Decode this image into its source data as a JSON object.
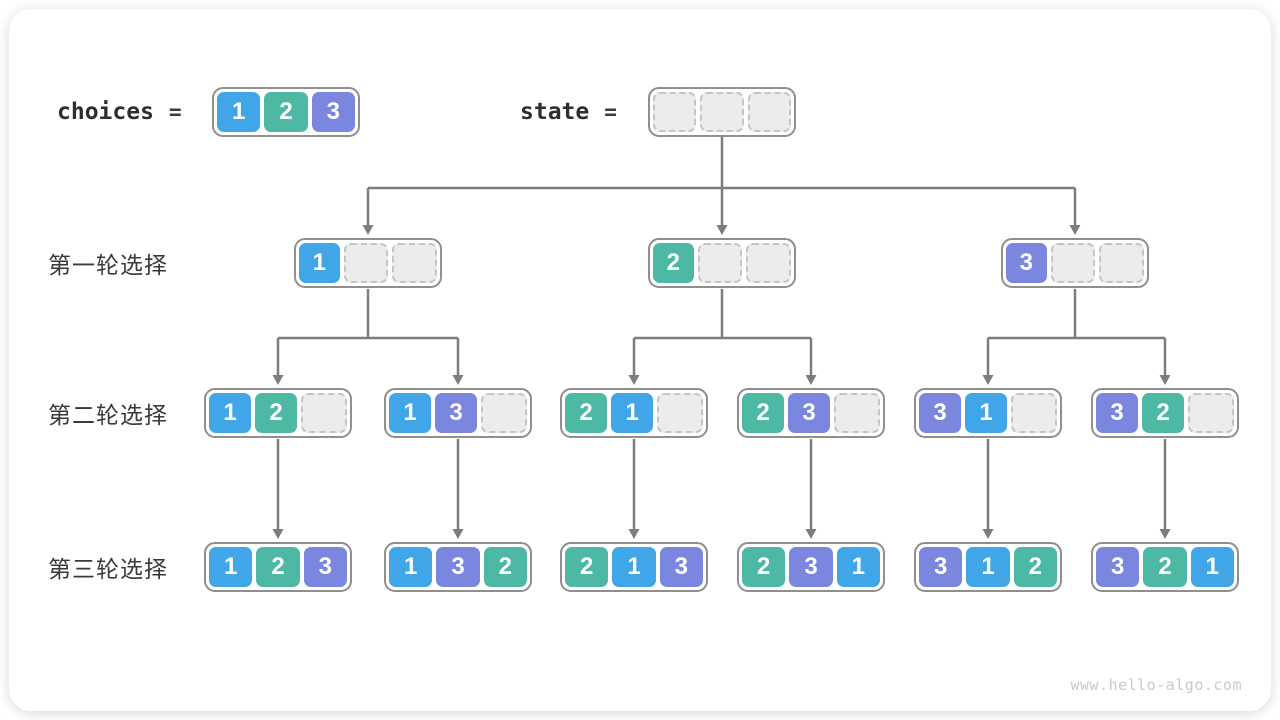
{
  "page": {
    "watermark": "www.hello-algo.com"
  },
  "palette": {
    "1": "#41a6e8",
    "2": "#4db8a4",
    "3": "#7b86df",
    "empty_bg": "#ececec",
    "empty_border": "#c5c5c5",
    "box_border": "#8f8f8f",
    "connector": "#7d7d7d"
  },
  "header": {
    "choices_label": "choices",
    "equals": "=",
    "state_label": "state",
    "choices": [
      "1",
      "2",
      "3"
    ],
    "state": [
      "",
      "",
      ""
    ]
  },
  "rows": [
    {
      "label": "第一轮选择",
      "nodes": [
        [
          "1",
          "",
          ""
        ],
        [
          "2",
          "",
          ""
        ],
        [
          "3",
          "",
          ""
        ]
      ]
    },
    {
      "label": "第二轮选择",
      "nodes": [
        [
          "1",
          "2",
          ""
        ],
        [
          "1",
          "3",
          ""
        ],
        [
          "2",
          "1",
          ""
        ],
        [
          "2",
          "3",
          ""
        ],
        [
          "3",
          "1",
          ""
        ],
        [
          "3",
          "2",
          ""
        ]
      ]
    },
    {
      "label": "第三轮选择",
      "nodes": [
        [
          "1",
          "2",
          "3"
        ],
        [
          "1",
          "3",
          "2"
        ],
        [
          "2",
          "1",
          "3"
        ],
        [
          "2",
          "3",
          "1"
        ],
        [
          "3",
          "1",
          "2"
        ],
        [
          "3",
          "2",
          "1"
        ]
      ]
    }
  ]
}
